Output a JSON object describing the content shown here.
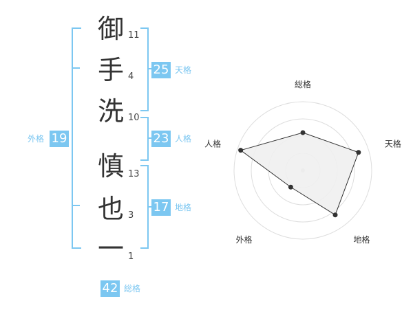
{
  "name": {
    "chars": [
      {
        "char": "御",
        "strokes": "11"
      },
      {
        "char": "手",
        "strokes": "4"
      },
      {
        "char": "洗",
        "strokes": "10"
      },
      {
        "char": "慎",
        "strokes": "13"
      },
      {
        "char": "也",
        "strokes": "3"
      },
      {
        "char": "一",
        "strokes": "1"
      }
    ]
  },
  "fortunes": {
    "tenkaku": {
      "label": "天格",
      "value": "25"
    },
    "jinkaku": {
      "label": "人格",
      "value": "23"
    },
    "chikaku": {
      "label": "地格",
      "value": "17"
    },
    "gaikaku": {
      "label": "外格",
      "value": "19"
    },
    "soukaku": {
      "label": "総格",
      "value": "42"
    }
  },
  "radar": {
    "axes": [
      "総格",
      "天格",
      "地格",
      "外格",
      "人格"
    ],
    "values": [
      0.55,
      0.85,
      0.8,
      0.3,
      0.95
    ],
    "max": 1,
    "colors": {
      "fill": "#efefef",
      "stroke": "#333333",
      "ring": "#dddddd",
      "center": "#cccccc"
    }
  },
  "colors": {
    "accent": "#7cc7f1",
    "text": "#333333"
  }
}
